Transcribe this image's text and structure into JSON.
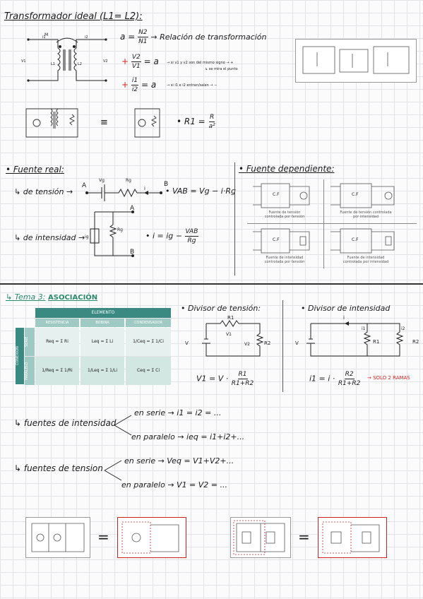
{
  "sec1": {
    "title": "Transformador ideal (L1= L2):",
    "circuit_labels": {
      "v1": "V1",
      "v2": "V2",
      "i1": "i1",
      "i2": "i2",
      "m": "M",
      "l1": "L1",
      "l2": "L2"
    },
    "eq_a_lhs": "a =",
    "eq_a_num": "N2",
    "eq_a_den": "N1",
    "eq_a_note": "→ Relación de transformación",
    "eq_v_sign": "+",
    "eq_v_num": "V2",
    "eq_v_den": "V1",
    "eq_v_rhs": "= a",
    "eq_v_note1": "→ si v1 y v2 son del mismo signo → +",
    "eq_v_note2": "↳ se mira el punto",
    "eq_i_sign": "+",
    "eq_i_num": "i1",
    "eq_i_den": "i2",
    "eq_i_rhs": "= a",
    "eq_i_note": "→ si i1 e i2 entran/salen → −",
    "equiv": "≡",
    "eq_r_lhs": "• R1 =",
    "eq_r_num": "R",
    "eq_r_den": "a²"
  },
  "sec2": {
    "real_title": "• Fuente real:",
    "tension_label": "↳ de tensión →",
    "tension_nodes": {
      "a": "A",
      "b": "B",
      "vg": "Vg",
      "rg": "Rg",
      "i": "i"
    },
    "tension_eq": "• VAB = Vg − i·Rg",
    "intensidad_label": "↳ de intensidad →",
    "intensidad_nodes": {
      "a": "A",
      "b": "B",
      "ig": "ig",
      "rg": "Rg"
    },
    "intensidad_eq_lhs": "• i = ig −",
    "intensidad_eq_num": "VAB",
    "intensidad_eq_den": "Rg",
    "dep_title": "• Fuente dependiente:",
    "dep_boxes": [
      {
        "label": "C.F",
        "caption": "Fuente de tensión controlada por tensión"
      },
      {
        "label": "C.F",
        "caption": "Fuente de tensión controlada por intensidad"
      },
      {
        "label": "C.F",
        "caption": "Fuente de intensidad controlada por tensión"
      },
      {
        "label": "C.F",
        "caption": "Fuente de intensidad controlada por intensidad"
      }
    ]
  },
  "sec3": {
    "title_prefix": "↳ Tema 3:",
    "title": "ASOCIACIÓN",
    "table": {
      "header": "ELEMENTO",
      "cols": [
        "RESISTENCIA",
        "BOBINA",
        "CONDENSADOR"
      ],
      "side": "CONEXIÓN",
      "rows": [
        {
          "name": "SERIE",
          "cells": [
            "Req = Σ Ri",
            "Leq = Σ Li",
            "1/Ceq = Σ 1/Ci"
          ]
        },
        {
          "name": "PARALELO",
          "cells": [
            "1/Req = Σ 1/Ri",
            "1/Leq = Σ 1/Li",
            "Ceq = Σ Ci"
          ]
        }
      ]
    },
    "div_tension_title": "• Divisor de tensión:",
    "div_tension_eq_lhs": "V1 = V ·",
    "div_tension_num": "R1",
    "div_tension_den": "R1+R2",
    "div_tension_labels": {
      "v": "V",
      "r1": "R1",
      "r2": "R2",
      "v1": "V1",
      "v2": "V2"
    },
    "div_int_title": "• Divisor de intensidad",
    "div_int_eq_lhs": "i1 = i ·",
    "div_int_num": "R2",
    "div_int_den": "R1+R2",
    "div_int_note": "→ SOLO 2 RAMAS",
    "div_int_labels": {
      "v": "V",
      "i": "i",
      "i1": "i1",
      "i2": "i2",
      "r1": "R1",
      "r2": "R2"
    }
  },
  "sec4": {
    "fi_label": "↳ fuentes de intensidad",
    "fi_serie": "en serie → i1 = i2 = ...",
    "fi_paralelo": "en paralelo → ieq = i1+i2+...",
    "ft_label": "↳ fuentes de tension",
    "ft_serie": "en serie → Veq = V1+V2+...",
    "ft_paralelo": "en paralelo → V1 = V2 = ...",
    "equals": "="
  },
  "colors": {
    "accent": "#2a8a6a",
    "red": "#dd2222",
    "grid": "#e3e3e8"
  }
}
